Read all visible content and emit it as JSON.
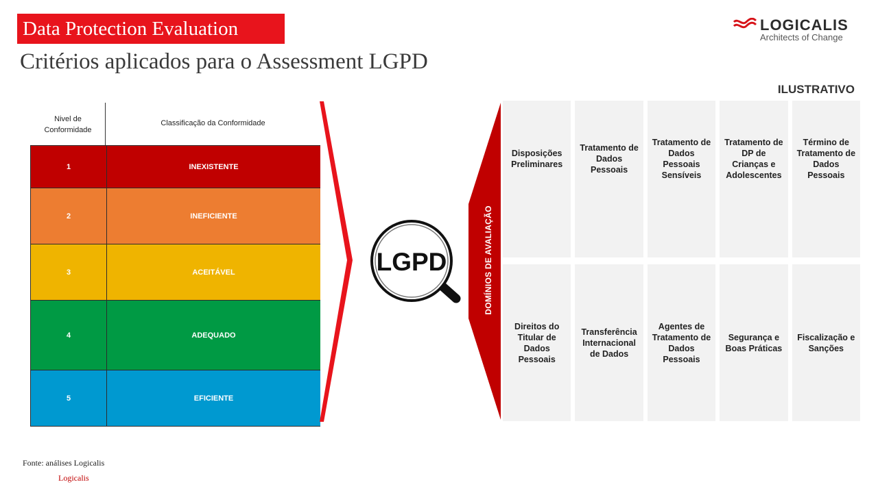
{
  "header": {
    "title": "Data Protection Evaluation",
    "subtitle": "Critérios aplicados para o Assessment LGPD"
  },
  "logo": {
    "name": "LOGICALIS",
    "tagline": "Architects of Change"
  },
  "badge": "ILUSTRATIVO",
  "table": {
    "headers": {
      "level": "Nivel de Conformidade",
      "classification": "Classificação da Conformidade"
    },
    "rows": [
      {
        "level": "1",
        "label": "INEXISTENTE",
        "color": "#c00000"
      },
      {
        "level": "2",
        "label": "INEFICIENTE",
        "color": "#ed7d31"
      },
      {
        "level": "3",
        "label": "ACEITÁVEL",
        "color": "#efb400"
      },
      {
        "level": "4",
        "label": "ADEQUADO",
        "color": "#009a44"
      },
      {
        "level": "5",
        "label": "EFICIENTE",
        "color": "#0099d0"
      }
    ]
  },
  "center": {
    "label": "LGPD",
    "icon": "magnifier-icon"
  },
  "domains": {
    "label": "DOMÍNIOS DE AVALIAÇÃO",
    "items": [
      "Disposições Preliminares",
      "Tratamento de Dados Pessoais",
      "Tratamento de Dados Pessoais Sensíveis",
      "Tratamento de DP de Crianças e Adolescentes",
      "Término de Tratamento de Dados Pessoais",
      "Direitos do Titular de Dados Pessoais",
      "Transferência Internacional de Dados",
      "Agentes de Tratamento de Dados Pessoais",
      "Segurança e Boas Práticas",
      "Fiscalização e Sanções"
    ]
  },
  "footer": {
    "source": "Fonte: análises Logicalis",
    "company": "Logicalis"
  },
  "colors": {
    "accent": "#e8141c",
    "domain_arrow": "#c00000",
    "cell_bg": "#f2f2f2"
  }
}
